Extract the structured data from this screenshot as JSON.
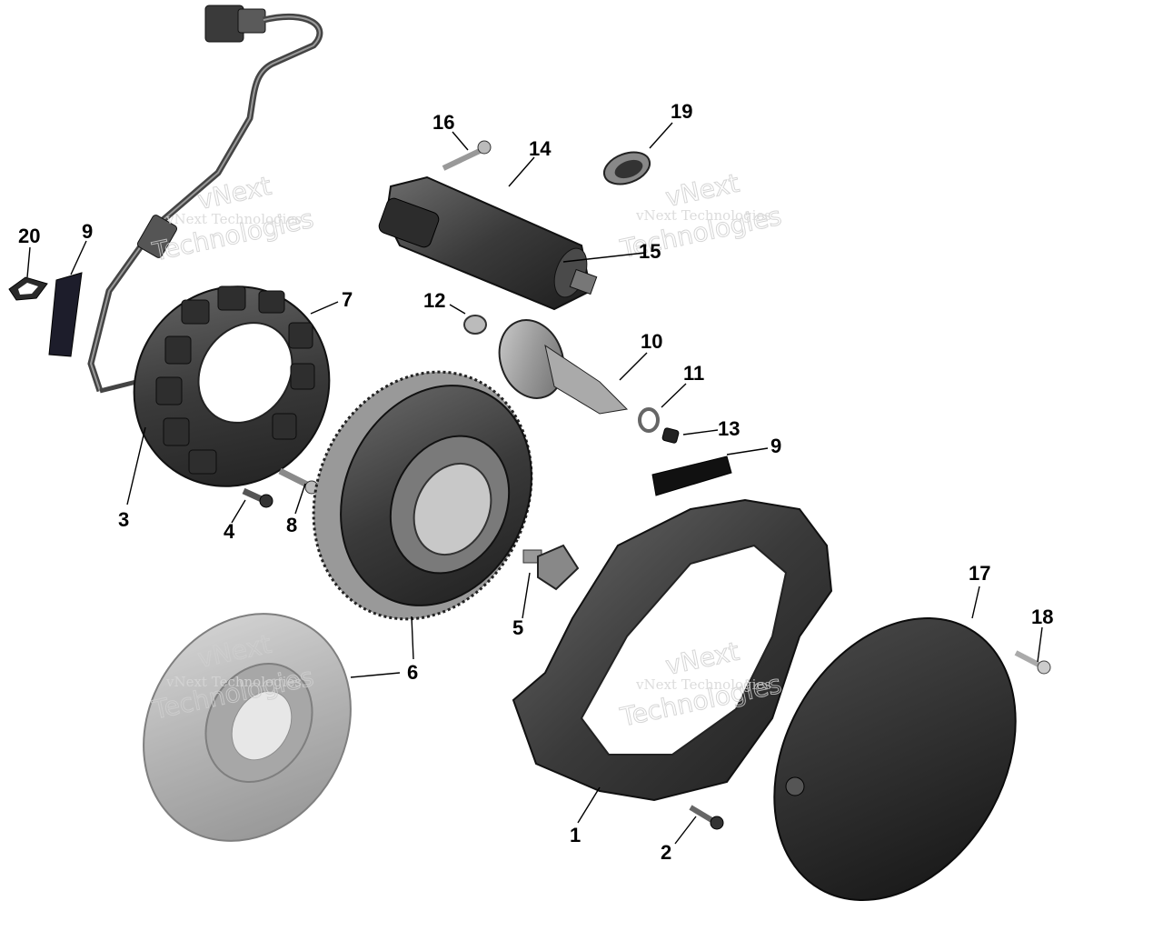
{
  "watermark": {
    "line1": "vNext Technologies",
    "line2": "vNext",
    "line3": "Technologies"
  },
  "callouts": [
    {
      "id": "c1",
      "label": "1"
    },
    {
      "id": "c2",
      "label": "2"
    },
    {
      "id": "c3",
      "label": "3"
    },
    {
      "id": "c4",
      "label": "4"
    },
    {
      "id": "c5",
      "label": "5"
    },
    {
      "id": "c6",
      "label": "6"
    },
    {
      "id": "c7",
      "label": "7"
    },
    {
      "id": "c8",
      "label": "8"
    },
    {
      "id": "c9a",
      "label": "9"
    },
    {
      "id": "c9b",
      "label": "9"
    },
    {
      "id": "c10",
      "label": "10"
    },
    {
      "id": "c11",
      "label": "11"
    },
    {
      "id": "c12",
      "label": "12"
    },
    {
      "id": "c13",
      "label": "13"
    },
    {
      "id": "c14",
      "label": "14"
    },
    {
      "id": "c15",
      "label": "15"
    },
    {
      "id": "c16",
      "label": "16"
    },
    {
      "id": "c17",
      "label": "17"
    },
    {
      "id": "c18",
      "label": "18"
    },
    {
      "id": "c19",
      "label": "19"
    },
    {
      "id": "c20",
      "label": "20"
    }
  ]
}
